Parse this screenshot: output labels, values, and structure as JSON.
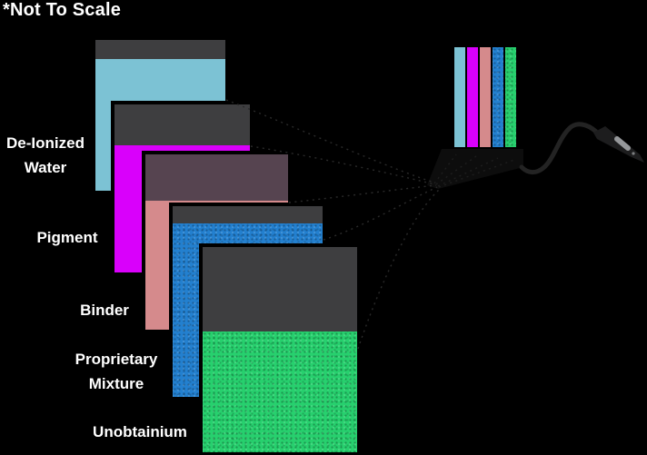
{
  "title": "*Not To Scale",
  "canvas": {
    "background": "#000000",
    "text_color": "#FFFFFF"
  },
  "colors": {
    "card_header": "#3E3E40",
    "binder_header": "#564450",
    "deionized_water": "#7CC2D4",
    "pigment": "#D900FB",
    "binder": "#D58A8C",
    "proprietary_mixture": "#2380CF",
    "unobtainium": "#27D06E",
    "cable": "#232323",
    "pen_body": "#1D1D1E",
    "pen_highlight": "#95979A"
  },
  "ingredients": [
    {
      "id": "deionized-water",
      "label": "De-Ionized Water",
      "color": "#7CC2D4"
    },
    {
      "id": "pigment",
      "label": "Pigment",
      "color": "#D900FB"
    },
    {
      "id": "binder",
      "label": "Binder",
      "color": "#D58A8C"
    },
    {
      "id": "proprietary-mixture",
      "label": "Proprietary Mixture",
      "color": "#2380CF"
    },
    {
      "id": "unobtainium",
      "label": "Unobtainium",
      "color": "#27D06E"
    }
  ],
  "icons": {
    "output_pen": "stylus-pen-icon",
    "flow": "converging-dotted-lines"
  }
}
